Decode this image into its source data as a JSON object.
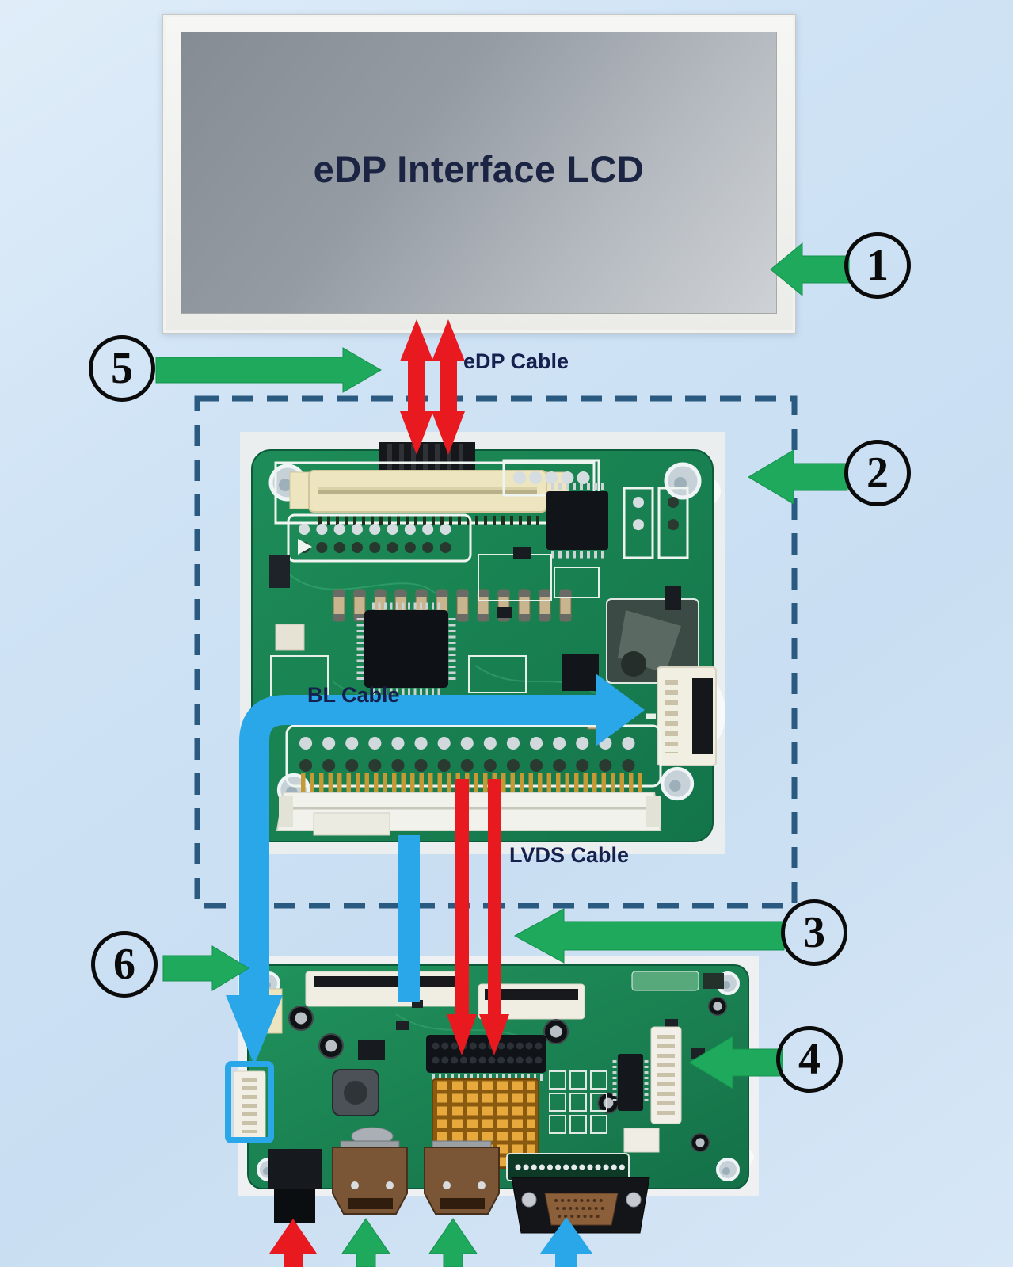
{
  "lcd": {
    "title": "eDP Interface LCD"
  },
  "cables": {
    "edp": "eDP Cable",
    "bl": "BL Cable",
    "lvds": "LVDS Cable"
  },
  "callouts": {
    "c1": "1",
    "c2": "2",
    "c3": "3",
    "c4": "4",
    "c5": "5",
    "c6": "6"
  },
  "colors": {
    "green": "#1ea95c",
    "red": "#e8191f",
    "blue": "#2aa7e8",
    "dash": "#2a5a80",
    "navy": "#16204d"
  }
}
